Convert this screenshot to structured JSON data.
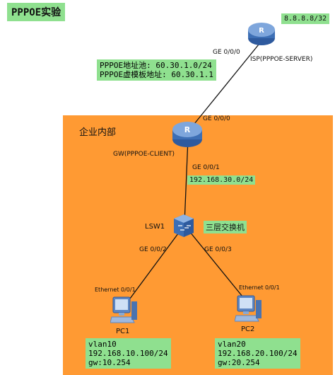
{
  "title": "PPPOE实验",
  "dns_label": "8.8.8.8/32",
  "pool_lines": [
    "PPPOE地址池: 60.30.1.0/24",
    "PPPOE虚模板地址: 60.30.1.1"
  ],
  "zone_label": "企业内部",
  "isp": {
    "name": "ISP(PPPOE-SERVER)",
    "port": "GE 0/0/0"
  },
  "gw": {
    "name": "GW(PPPOE-CLIENT)",
    "port_up": "GE 0/0/0",
    "port_down": "GE 0/0/1",
    "subnet": "192.168.30.0/24"
  },
  "lsw": {
    "name": "LSW1",
    "desc": "三层交换机",
    "port_left": "GE 0/0/2",
    "port_right": "GE 0/0/3"
  },
  "pc1": {
    "name": "PC1",
    "port": "Ethernet 0/0/1",
    "lines": [
      "vlan10",
      "192.168.10.100/24",
      "gw:10.254"
    ]
  },
  "pc2": {
    "name": "PC2",
    "port": "Ethernet 0/0/1",
    "lines": [
      "vlan20",
      "192.168.20.100/24",
      "gw:20.254"
    ]
  },
  "colors": {
    "zone": "#ff9a33",
    "label_bg": "#8fe08f",
    "router": "#3d6fb5",
    "wire": "#111111"
  }
}
